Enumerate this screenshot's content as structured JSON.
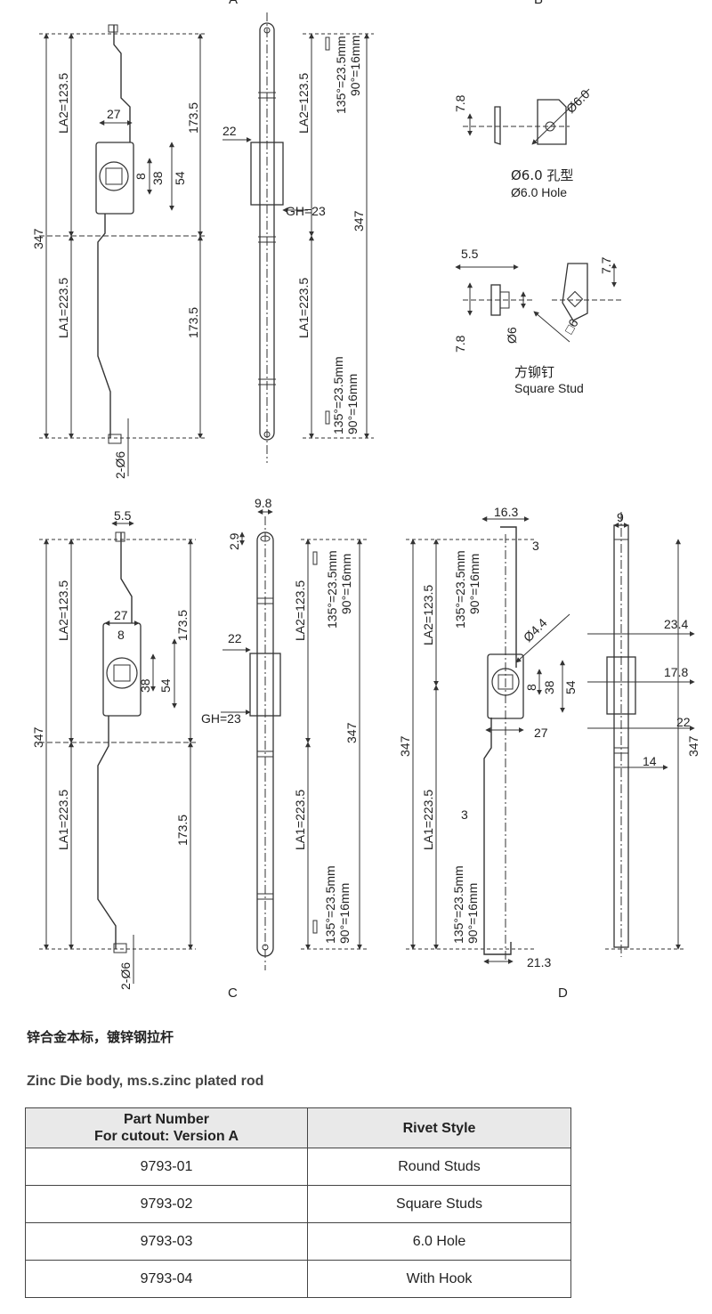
{
  "drawing": {
    "views": {
      "A": {
        "label": "A",
        "la2": "LA2=123.5",
        "la1": "LA1=223.5",
        "total": "347",
        "half": "173.5",
        "w27": "27",
        "d8": "8",
        "d38": "38",
        "d54": "54",
        "holes": "2-Ø6"
      },
      "A_side": {
        "d22": "22",
        "gh": "GH=23",
        "la2": "LA2=123.5",
        "la1": "LA1=223.5",
        "total": "347",
        "angle1": "135°=23.5mm",
        "angle2": "90°=16mm"
      },
      "B": {
        "label": "B",
        "d78": "7.8",
        "hole_dia": "Ø6.0",
        "hole_zh": "Ø6.0 孔型",
        "hole_en": "Ø6.0 Hole",
        "d55": "5.5",
        "d77": "7.7",
        "d6": "Ø6",
        "sq6": "□6",
        "stud_zh": "方铆钉",
        "stud_en": "Square Stud"
      },
      "C": {
        "label": "C",
        "d55": "5.5",
        "la2": "LA2=123.5",
        "la1": "LA1=223.5",
        "total": "347",
        "half": "173.5",
        "w27": "27",
        "d8": "8",
        "d38": "38",
        "d54": "54",
        "holes": "2-Ø6"
      },
      "C_side": {
        "d98": "9.8",
        "d29": "2.9",
        "d22": "22",
        "gh": "GH=23",
        "la2": "LA2=123.5",
        "la1": "LA1=223.5",
        "total": "347",
        "angle1": "135°=23.5mm",
        "angle2": "90°=16mm"
      },
      "D": {
        "label": "D",
        "d163": "16.3",
        "d3": "3",
        "d44": "Ø4.4",
        "d8": "8",
        "d38": "38",
        "d54": "54",
        "w27": "27",
        "la2": "LA2=123.5",
        "la1": "LA1=223.5",
        "total": "347",
        "d213": "21.3",
        "angle1": "135°=23.5mm",
        "angle2": "90°=16mm"
      },
      "D_side": {
        "d9": "9",
        "d234": "23.4",
        "d178": "17.8",
        "d22": "22",
        "d14": "14",
        "total": "347"
      }
    }
  },
  "caption": {
    "zh": "锌合金本标，镀锌钢拉杆",
    "en": "Zinc Die body, ms.s.zinc plated rod"
  },
  "table": {
    "header": {
      "part_number_line1": "Part Number",
      "part_number_line2": "For cutout: Version A",
      "rivet_style": "Rivet Style"
    },
    "rows": [
      {
        "part": "9793-01",
        "style": "Round Studs"
      },
      {
        "part": "9793-02",
        "style": "Square Studs"
      },
      {
        "part": "9793-03",
        "style": "6.0 Hole"
      },
      {
        "part": "9793-04",
        "style": "With Hook"
      }
    ]
  },
  "colors": {
    "line": "#333333",
    "header_bg": "#e9e9e9"
  }
}
